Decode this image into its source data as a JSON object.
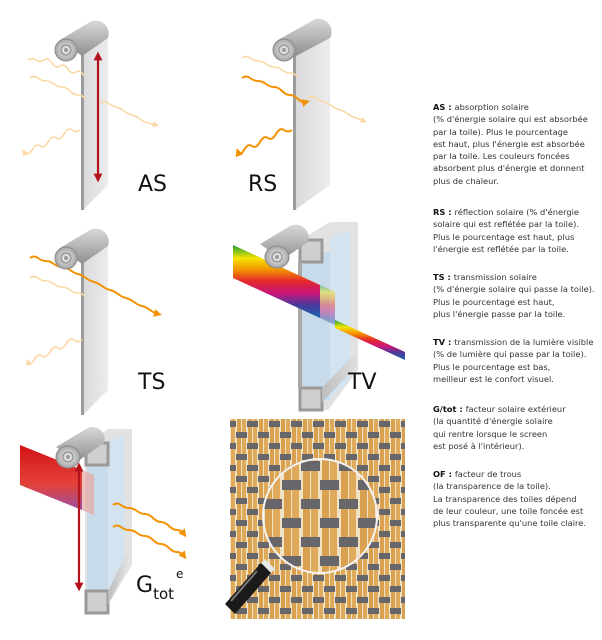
{
  "panels": [
    {
      "id": "as",
      "label": "AS"
    },
    {
      "id": "rs",
      "label": "RS"
    },
    {
      "id": "ts",
      "label": "TS"
    },
    {
      "id": "tv",
      "label": "TV"
    },
    {
      "id": "gtot",
      "label_main": "G",
      "label_sub": "tot",
      "label_sup": "e"
    },
    {
      "id": "of",
      "label": ""
    }
  ],
  "legend": [
    {
      "key": "AS",
      "title": "absorption solaire",
      "lines": [
        "(% d'énergie solaire qui est absorbée",
        "par la toile). Plus le pourcentage",
        "est haut, plus l'énergie est absorbée",
        "par la toile. Les couleurs foncées",
        "absorbent plus d'énergie et donnent",
        "plus de chaleur."
      ]
    },
    {
      "key": "RS",
      "title": "réflection solaire (% d'énergie",
      "lines": [
        "solaire qui est reflétée par la toile).",
        "Plus le pourcentage est haut, plus",
        "l'énergie est reflétée par la toile."
      ]
    },
    {
      "key": "TS",
      "title": "transmission solaire",
      "lines": [
        "(% d'énergie solaire qui passe la toile).",
        "Plus le pourcentage est haut,",
        "plus l'énergie passe par la toile."
      ]
    },
    {
      "key": "TV",
      "title": "transmission de la lumière visible",
      "lines": [
        "(% de lumière qui passe par la toile).",
        "Plus le pourcentage est bas,",
        "meilleur est le confort visuel."
      ]
    },
    {
      "key": "G/tot",
      "title": "facteur solaire extérieur",
      "lines": [
        "(la quantité d'énergie solaire",
        "qui rentre lorsque le screen",
        "est posé à l'intérieur)."
      ]
    },
    {
      "key": "OF",
      "title": "facteur de trous",
      "lines": [
        "(la transparence de la toile).",
        "La transparence des toiles dépend",
        "de leur couleur, une toile foncée est",
        "plus transparente qu'une toile claire."
      ]
    }
  ],
  "colors": {
    "wave_strong": "#f39200",
    "wave_faint": "#fbd9a6",
    "arrow_red": "#b3121b",
    "fabric": "#e3e3e5",
    "weave_tan": "#d9a050",
    "weave_gray": "#66666b",
    "glass": "#bcd8ee"
  }
}
